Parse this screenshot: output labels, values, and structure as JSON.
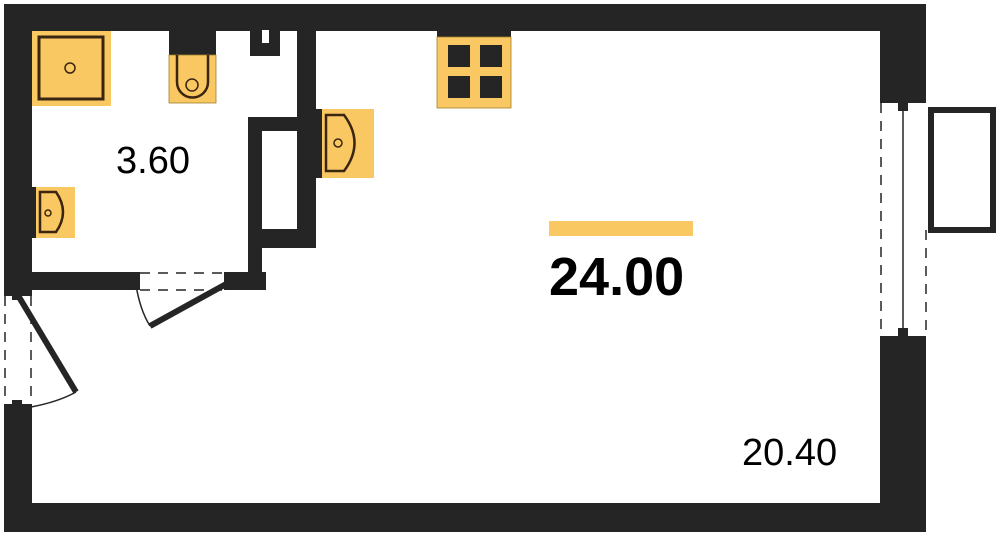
{
  "plan": {
    "colors": {
      "wall": "#252525",
      "fixture": "#f9c862",
      "fixture_outline": "#3a2510",
      "background": "#ffffff",
      "accent_bar": "#f9c862"
    },
    "rooms": [
      {
        "name": "bathroom",
        "area": "3.60"
      },
      {
        "name": "living-room",
        "area": "20.40"
      }
    ],
    "total_area": "24.00",
    "fixtures": [
      {
        "type": "shower-tray",
        "icon": "shower-icon"
      },
      {
        "type": "toilet",
        "icon": "toilet-icon"
      },
      {
        "type": "bathroom-sink",
        "icon": "sink-icon"
      },
      {
        "type": "kitchen-sink",
        "icon": "sink-icon"
      },
      {
        "type": "cooktop",
        "icon": "stove-icon"
      }
    ],
    "openings": [
      {
        "type": "entrance-door"
      },
      {
        "type": "bathroom-door"
      },
      {
        "type": "balcony-window"
      }
    ]
  }
}
